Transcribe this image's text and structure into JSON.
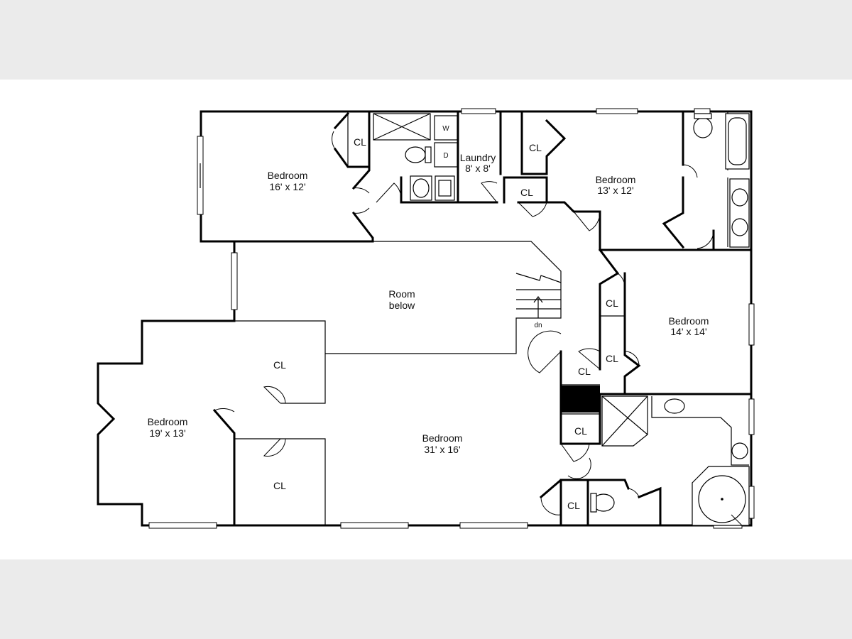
{
  "plan": {
    "rooms": [
      {
        "name": "Bedroom",
        "size": "16' x 12'"
      },
      {
        "name": "Laundry",
        "size": "8' x 8'"
      },
      {
        "name": "Bedroom",
        "size": "13' x 12'"
      },
      {
        "name": "Room",
        "size": "below"
      },
      {
        "name": "Bedroom",
        "size": "14' x 14'"
      },
      {
        "name": "Bedroom",
        "size": "19' x 13'"
      },
      {
        "name": "Bedroom",
        "size": "31' x 16'"
      }
    ],
    "closet_label": "CL",
    "washer_label": "W",
    "dryer_label": "D",
    "stair_label": "dn"
  }
}
